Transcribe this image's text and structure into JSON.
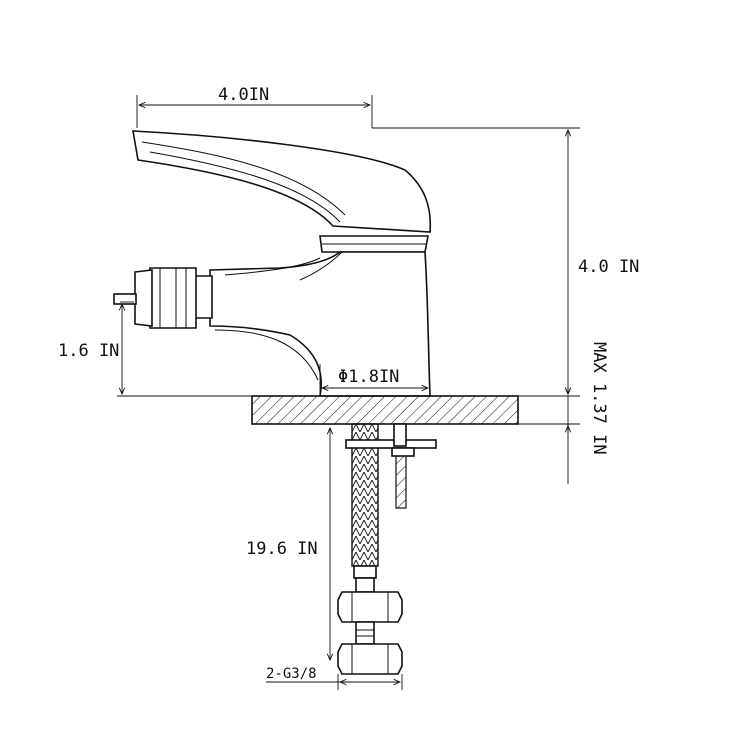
{
  "dimensions": {
    "top_width": "4.0IN",
    "total_height": "4.0 IN",
    "spout_height": "1.6 IN",
    "base_diameter": "Φ1.8IN",
    "max_deck_thickness": "MAX 1.37 IN",
    "hose_length": "19.6 IN",
    "hose_connection": "2-G3/8"
  },
  "colors": {
    "line": "#111111",
    "background": "#ffffff"
  }
}
